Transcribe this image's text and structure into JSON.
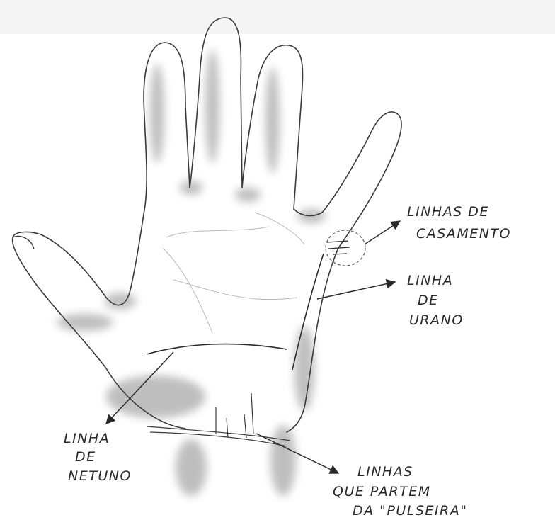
{
  "labels": {
    "casamento": [
      "LINHAS DE",
      "CASAMENTO"
    ],
    "urano": [
      "LINHA",
      "DE",
      "URANO"
    ],
    "netuno": [
      "LINHA",
      "DE",
      "NETUNO"
    ],
    "pulseira": [
      "LINHAS",
      "QUE PARTEM",
      "DA \"PULSEIRA\""
    ]
  },
  "colors": {
    "ink": "#2a2a2a",
    "shade": "#9a9a9a",
    "paper": "#ffffff"
  }
}
